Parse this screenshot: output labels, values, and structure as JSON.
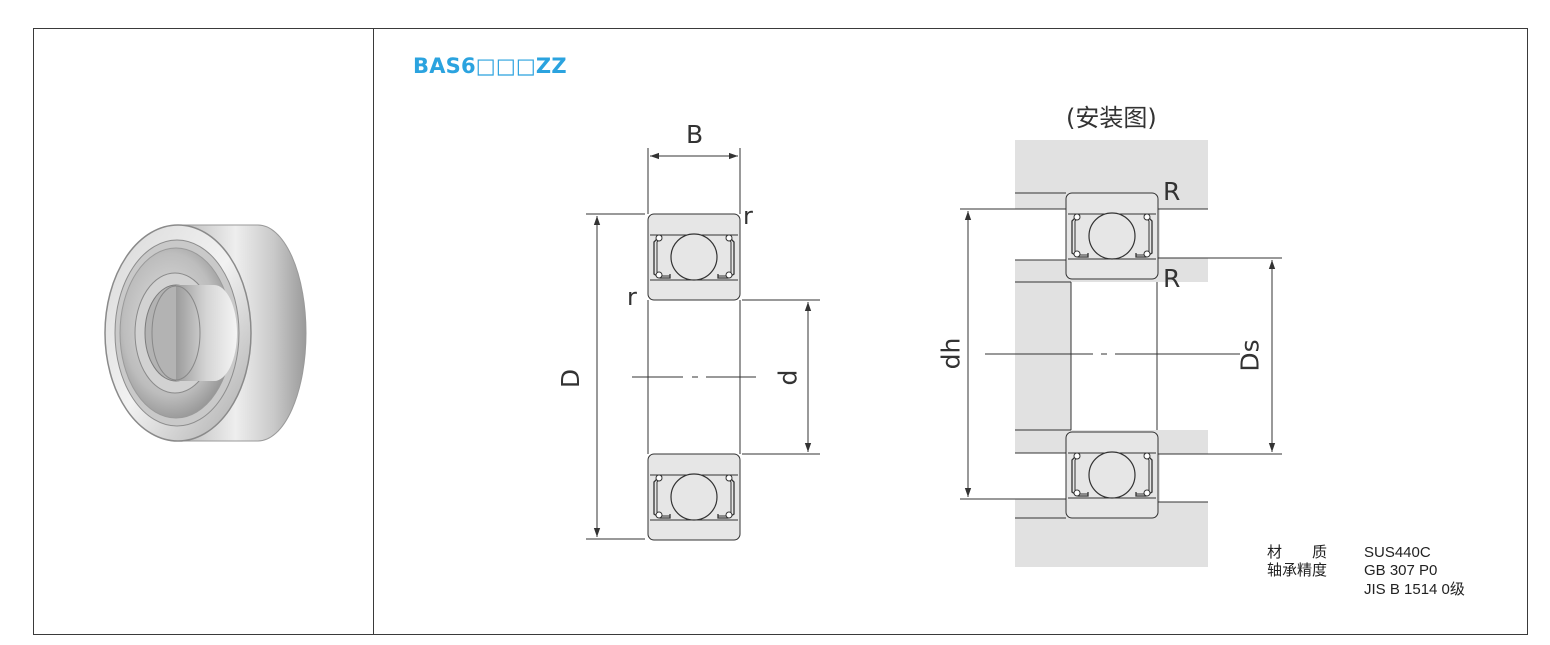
{
  "title": "BAS6□□□ZZ",
  "install_label": "(安装图)",
  "dimensions": {
    "B": "B",
    "D": "D",
    "d": "d",
    "r_top": "r",
    "r_left": "r",
    "R_top": "R",
    "R_bottom": "R",
    "dh": "dh",
    "Ds": "Ds"
  },
  "specs": {
    "material_label": "材　　质",
    "material_value": "SUS440C",
    "precision_label": "轴承精度",
    "precision_value_1": "GB 307 P0",
    "precision_value_2": "JIS B 1514 0级"
  },
  "colors": {
    "title": "#2ba3df",
    "ring_fill": "#e6e6e6",
    "housing_fill": "#e1e1e1",
    "line": "#333333"
  }
}
